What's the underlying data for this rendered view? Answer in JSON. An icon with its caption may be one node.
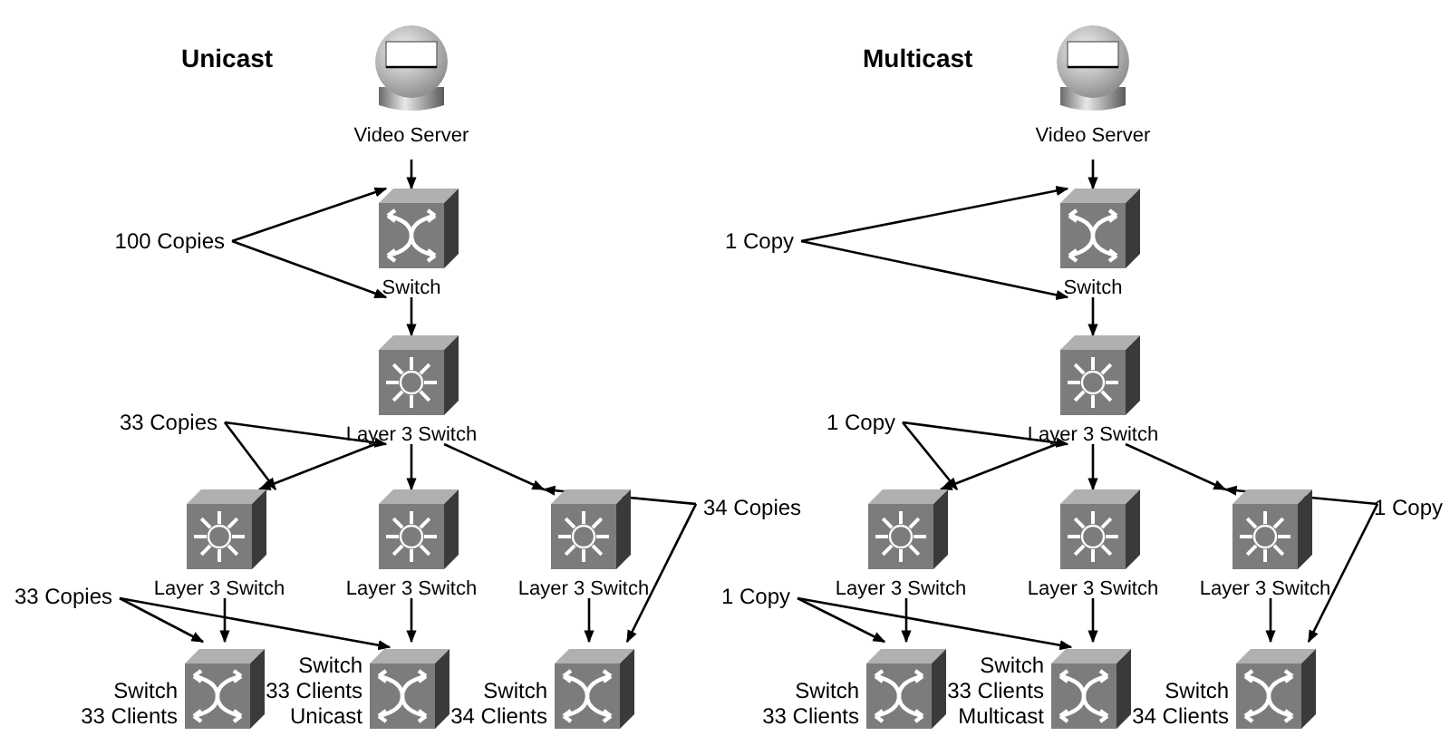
{
  "diagram": {
    "nodes": [
      {
        "text": [
          "Video Server"
        ]
      },
      {
        "text": [
          "Switch"
        ]
      },
      {
        "text": [
          "Layer 3 Switch"
        ]
      },
      {
        "text": [
          "Layer 3 Switch"
        ]
      },
      {
        "text": [
          "Layer 3 Switch"
        ]
      },
      {
        "text": [
          "Layer 3 Switch"
        ]
      },
      {
        "text": [
          "Switch",
          "33 Clients"
        ]
      },
      {
        "text": [
          "Switch",
          "33 Clients",
          "Unicast"
        ]
      },
      {
        "text": [
          "Switch",
          "34 Clients"
        ]
      },
      {
        "text": [
          "100 Copies"
        ]
      },
      {
        "text": [
          "33 Copies"
        ]
      },
      {
        "text": [
          "33 Copies"
        ]
      },
      {
        "text": [
          "34 Copies"
        ]
      },
      {
        "text": [
          "Video Server"
        ]
      },
      {
        "text": [
          "Switch"
        ]
      },
      {
        "text": [
          "Layer 3 Switch"
        ]
      },
      {
        "text": [
          "Layer 3 Switch"
        ]
      },
      {
        "text": [
          "Layer 3 Switch"
        ]
      },
      {
        "text": [
          "Layer 3 Switch"
        ]
      },
      {
        "text": [
          "Switch",
          "33 Clients"
        ]
      },
      {
        "text": [
          "Switch",
          "33 Clients",
          "Multicast"
        ]
      },
      {
        "text": [
          "Switch",
          "34 Clients"
        ]
      },
      {
        "text": [
          "1 Copy"
        ]
      },
      {
        "text": [
          "1 Copy"
        ]
      },
      {
        "text": [
          "1 Copy"
        ]
      },
      {
        "text": [
          "1 Copy"
        ]
      }
    ],
    "edges": [
      {
        "from": 0,
        "to": 1,
        "arrow": "to"
      },
      {
        "from": 1,
        "to": 2,
        "arrow": "to"
      },
      {
        "from": 2,
        "to": 3,
        "arrow": "to"
      },
      {
        "from": 2,
        "to": 4,
        "arrow": "to"
      },
      {
        "from": 2,
        "to": 5,
        "arrow": "to"
      },
      {
        "from": 3,
        "to": 6,
        "arrow": "to"
      },
      {
        "from": 4,
        "to": 7,
        "arrow": "to"
      },
      {
        "from": 5,
        "to": 8,
        "arrow": "to"
      },
      {
        "from": 9,
        "to": 1,
        "arrow": "to"
      },
      {
        "from": 9,
        "to": 1,
        "arrow": "to"
      },
      {
        "from": 10,
        "to": 3,
        "arrow": "to"
      },
      {
        "from": 10,
        "to": 2,
        "arrow": "to"
      },
      {
        "from": 11,
        "to": 6,
        "arrow": "to"
      },
      {
        "from": 11,
        "to": 7,
        "arrow": "to"
      },
      {
        "from": 12,
        "to": 5,
        "arrow": "to"
      },
      {
        "from": 12,
        "to": 8,
        "arrow": "to"
      },
      {
        "from": 13,
        "to": 14,
        "arrow": "to"
      },
      {
        "from": 14,
        "to": 15,
        "arrow": "to"
      },
      {
        "from": 15,
        "to": 16,
        "arrow": "to"
      },
      {
        "from": 15,
        "to": 17,
        "arrow": "to"
      },
      {
        "from": 15,
        "to": 18,
        "arrow": "to"
      },
      {
        "from": 16,
        "to": 19,
        "arrow": "to"
      },
      {
        "from": 17,
        "to": 20,
        "arrow": "to"
      },
      {
        "from": 18,
        "to": 21,
        "arrow": "to"
      },
      {
        "from": 22,
        "to": 14,
        "arrow": "to"
      },
      {
        "from": 22,
        "to": 14,
        "arrow": "to"
      },
      {
        "from": 23,
        "to": 16,
        "arrow": "to"
      },
      {
        "from": 23,
        "to": 15,
        "arrow": "to"
      },
      {
        "from": 24,
        "to": 19,
        "arrow": "to"
      },
      {
        "from": 24,
        "to": 20,
        "arrow": "to"
      },
      {
        "from": 25,
        "to": 18,
        "arrow": "to"
      },
      {
        "from": 25,
        "to": 21,
        "arrow": "to"
      }
    ],
    "labels": [
      "Unicast",
      "Multicast"
    ]
  }
}
